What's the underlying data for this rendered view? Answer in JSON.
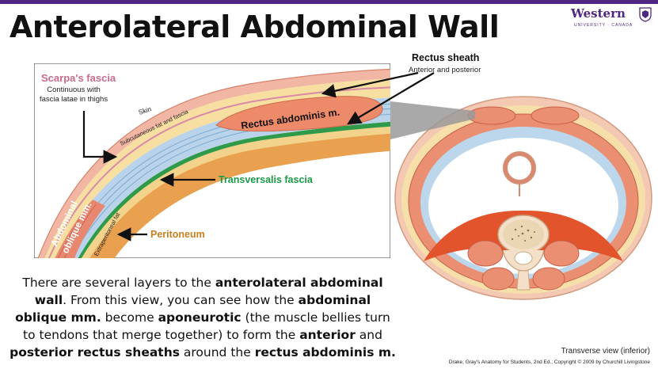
{
  "slide": {
    "title": "Anterolateral Abdominal Wall",
    "logo": {
      "name": "Western",
      "tagline": "UNIVERSITY · CANADA",
      "accent": "#4f2683"
    }
  },
  "figure": {
    "labels": {
      "scarpa_title": "Scarpa's fascia",
      "scarpa_desc_line1": "Continuous with",
      "scarpa_desc_line2": "fascia latae in thighs",
      "skin": "Skin",
      "subcut": "Subcutaneous fat and fascia",
      "rectus": "Rectus abdominis m.",
      "oblique_1": "Abdominal",
      "oblique_2": "oblique mm.",
      "extraperitoneal": "Extraperitoneal fat",
      "transversalis": "Transversalis fascia",
      "peritoneum": "Peritoneum",
      "rectus_sheath_title": "Rectus sheath",
      "rectus_sheath_sub": "Anterior and posterior"
    },
    "colors": {
      "transversalis": "#1a9a46",
      "peritoneum": "#c8801f",
      "scarpa": "#c86b8c"
    }
  },
  "body": {
    "p1": "There are several layers to the ",
    "b1": "anterolateral abdominal wall",
    "p2": ". From this view, you can see how the ",
    "b2": "abdominal oblique mm.",
    "p3": " become ",
    "b3": "aponeurotic",
    "p4": " (the muscle bellies turn to tendons that merge together) to form the ",
    "b4": "anterior",
    "p5": " and ",
    "b5": "posterior rectus sheaths",
    "p6": " around the ",
    "b6": "rectus abdominis m.",
    "p7": ""
  },
  "cross_section": {
    "caption": "Transverse view (inferior)",
    "credit": "Drake, Gray's Anatomy for Students, 2nd Ed., Copyright © 2009 by Churchill Livingstone"
  }
}
